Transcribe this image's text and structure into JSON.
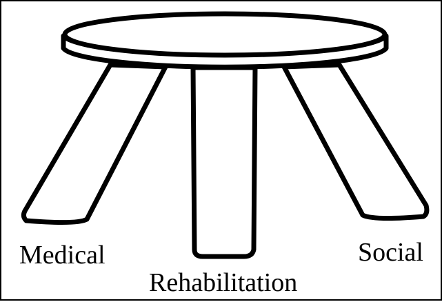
{
  "diagram": {
    "labels": {
      "left_leg": "Medical",
      "center_leg": "Rehabilitation",
      "right_leg": "Social"
    },
    "colors": {
      "stroke": "#000000",
      "fill": "#ffffff",
      "border": "#000000"
    }
  }
}
